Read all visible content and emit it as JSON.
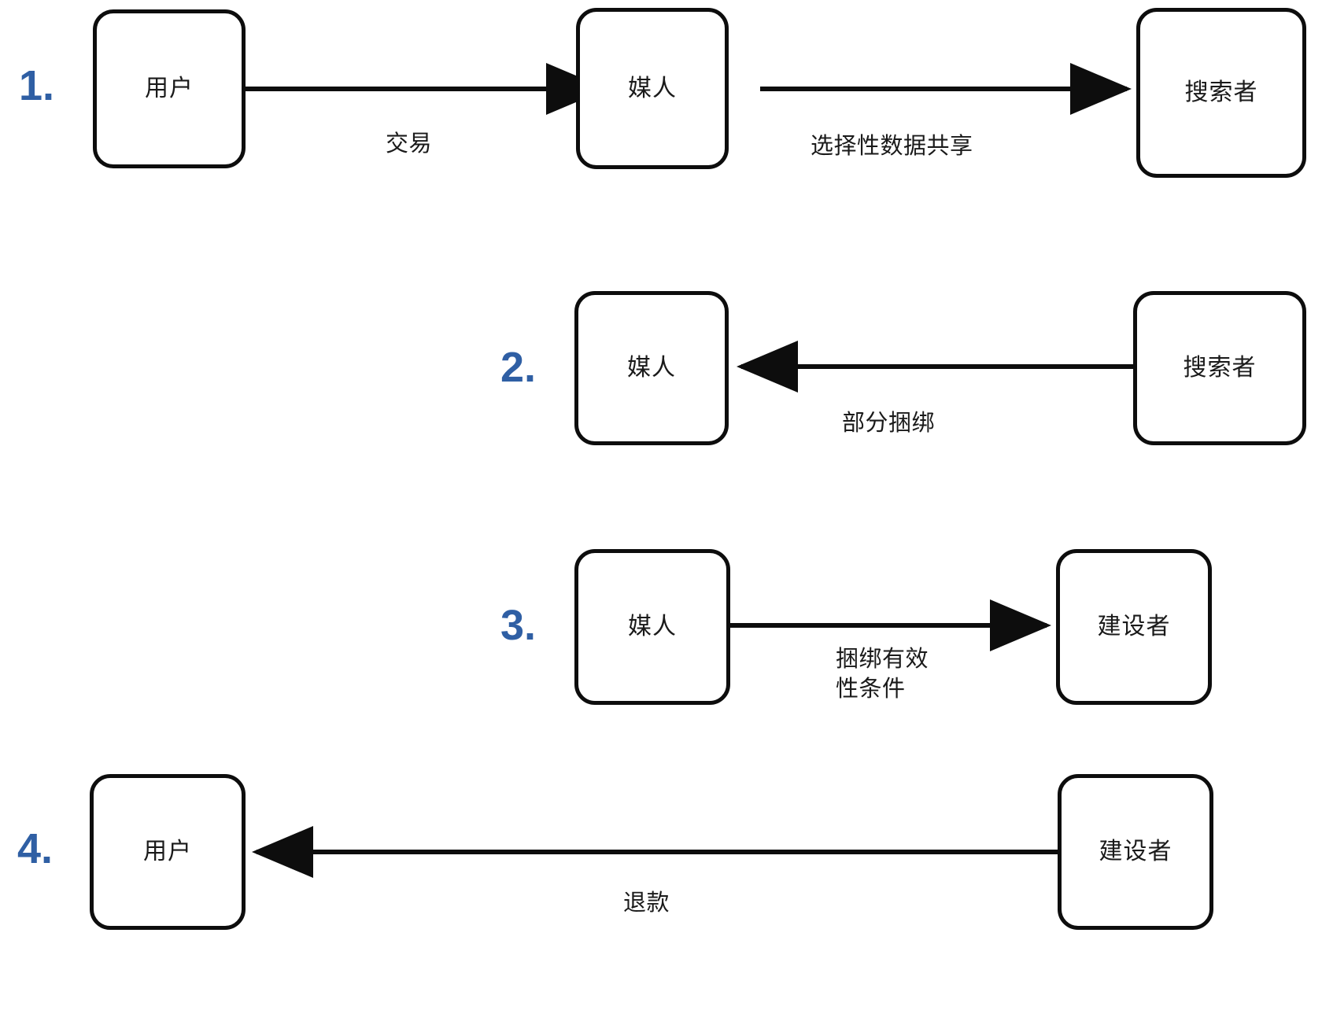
{
  "diagram": {
    "title": "",
    "accent_color": "#2f5fa4",
    "node_stroke_color": "#0d0d0d",
    "node_fill_color": "#ffffff",
    "edge_color": "#0d0d0d",
    "steps": [
      {
        "number": "1.",
        "nodes": [
          {
            "id": "r1-user",
            "label": "用户"
          },
          {
            "id": "r1-matchmaker",
            "label": "媒人"
          },
          {
            "id": "r1-searcher",
            "label": "搜索者"
          }
        ],
        "edges": [
          {
            "id": "r1-e1",
            "label": "交易",
            "from": "用户",
            "to": "媒人",
            "direction": "right"
          },
          {
            "id": "r1-e2",
            "label": "选择性数据共享",
            "from": "媒人",
            "to": "搜索者",
            "direction": "right"
          }
        ]
      },
      {
        "number": "2.",
        "nodes": [
          {
            "id": "r2-matchmaker",
            "label": "媒人"
          },
          {
            "id": "r2-searcher",
            "label": "搜索者"
          }
        ],
        "edges": [
          {
            "id": "r2-e1",
            "label": "部分捆绑",
            "from": "搜索者",
            "to": "媒人",
            "direction": "left"
          }
        ]
      },
      {
        "number": "3.",
        "nodes": [
          {
            "id": "r3-matchmaker",
            "label": "媒人"
          },
          {
            "id": "r3-builder",
            "label": "建设者"
          }
        ],
        "edges": [
          {
            "id": "r3-e1",
            "label": "捆绑有效性条件",
            "from": "媒人",
            "to": "建设者",
            "direction": "right"
          }
        ]
      },
      {
        "number": "4.",
        "nodes": [
          {
            "id": "r4-user",
            "label": "用户"
          },
          {
            "id": "r4-builder",
            "label": "建设者"
          }
        ],
        "edges": [
          {
            "id": "r4-e1",
            "label": "退款",
            "from": "建设者",
            "to": "用户",
            "direction": "left"
          }
        ]
      }
    ]
  }
}
